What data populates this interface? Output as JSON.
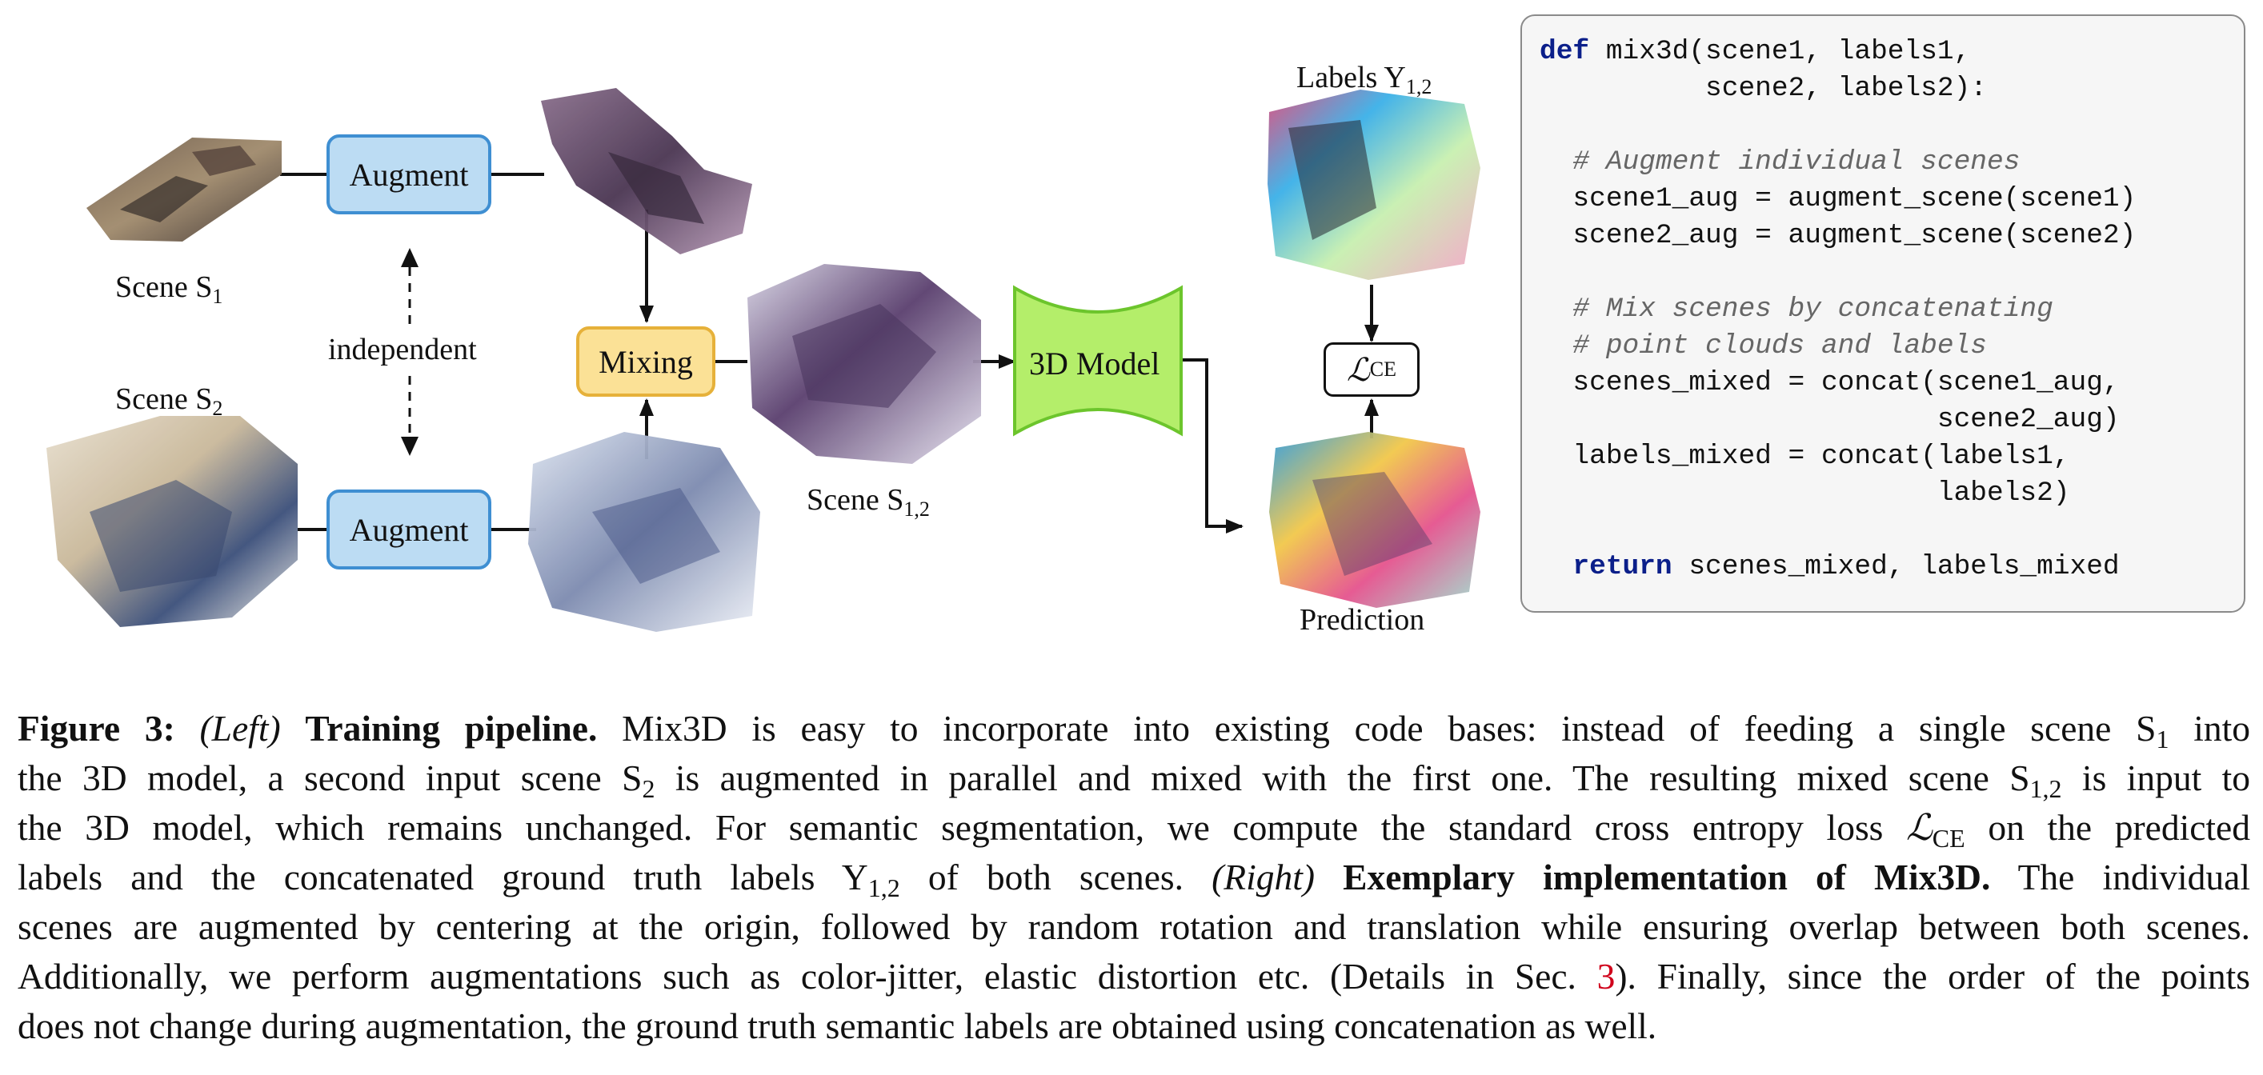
{
  "diagram": {
    "scene1_label": "Scene S",
    "scene1_sub": "1",
    "scene2_label": "Scene S",
    "scene2_sub": "2",
    "mixed_label": "Scene S",
    "mixed_sub": "1,2",
    "augment_top": "Augment",
    "augment_bottom": "Augment",
    "independent": "independent",
    "mixing": "Mixing",
    "model": "3D Model",
    "labels_label": "Labels Y",
    "labels_sub": "1,2",
    "loss_symbol": "ℒ",
    "loss_sub": "CE",
    "prediction": "Prediction",
    "colors": {
      "augment_fill": "#bcdcf3",
      "augment_border": "#3f8fd2",
      "mixing_fill": "#fbe196",
      "mixing_border": "#e6b13a",
      "model_fill": "#b4ee6a",
      "model_border": "#6cc52c"
    }
  },
  "code": {
    "l1_kw": "def",
    "l1_rest": " mix3d(scene1, labels1,",
    "l2": "          scene2, labels2):",
    "c1": "  # Augment individual scenes",
    "l3": "  scene1_aug = augment_scene(scene1)",
    "l4": "  scene2_aug = augment_scene(scene2)",
    "c2": "  # Mix scenes by concatenating",
    "c3": "  # point clouds and labels",
    "l5": "  scenes_mixed = concat(scene1_aug,",
    "l6": "                        scene2_aug)",
    "l7": "  labels_mixed = concat(labels1,",
    "l8": "                        labels2)",
    "l9_kw": "  return",
    "l9_rest": " scenes_mixed, labels_mixed"
  },
  "caption": {
    "fig": "Figure 3:",
    "left": "(Left)",
    "bold1": "Training pipeline.",
    "t1": " Mix3D is easy to incorporate into existing code bases: instead of feeding a single scene S",
    "s1": "1",
    "t2": " into",
    "t3": "the 3D model, a second input scene S",
    "s2": "2",
    "t4": " is augmented in parallel and mixed with the first one. The resulting mixed scene S",
    "s3": "1,2",
    "t5": " is input to",
    "t6": "the 3D model, which remains unchanged. For semantic segmentation, we compute the standard cross entropy loss ",
    "t6_sym": "ℒ",
    "t6_sub": "CE",
    "t7": " on the predicted",
    "t8": "labels and the concatenated ground truth labels Y",
    "s4": "1,2",
    "t9": " of both scenes. ",
    "right": "(Right)",
    "bold2": "Exemplary implementation of Mix3D.",
    "t10": " The individual",
    "t11": "scenes are augmented by centering at the origin, followed by random rotation and translation while ensuring overlap between both scenes.",
    "t12": "Additionally, we perform augmentations such as color-jitter, elastic distortion etc. (Details in Sec. ",
    "ref": "3",
    "t13": "). Finally, since the order of the points",
    "t14": "does not change during augmentation, the ground truth semantic labels are obtained using concatenation as well."
  }
}
